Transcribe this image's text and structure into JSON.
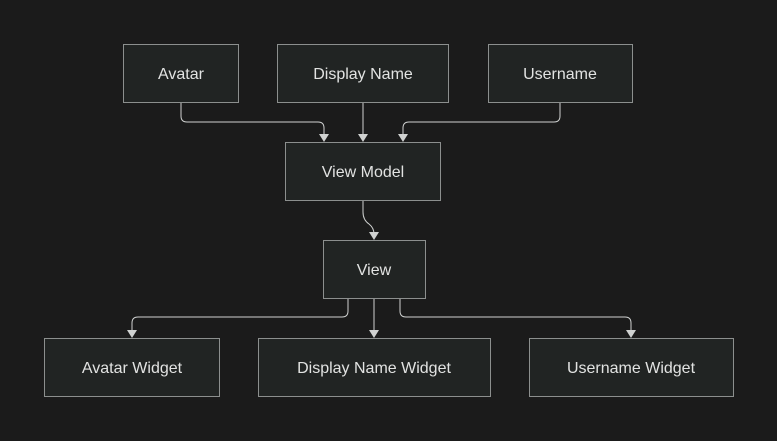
{
  "nodes": {
    "avatar": "Avatar",
    "display_name": "Display Name",
    "username": "Username",
    "view_model": "View Model",
    "view": "View",
    "avatar_widget": "Avatar Widget",
    "display_name_widget": "Display Name Widget",
    "username_widget": "Username Widget"
  },
  "edges": [
    {
      "from": "avatar",
      "to": "view_model"
    },
    {
      "from": "display_name",
      "to": "view_model"
    },
    {
      "from": "username",
      "to": "view_model"
    },
    {
      "from": "view_model",
      "to": "view"
    },
    {
      "from": "view",
      "to": "avatar_widget"
    },
    {
      "from": "view",
      "to": "display_name_widget"
    },
    {
      "from": "view",
      "to": "username_widget"
    }
  ],
  "colors": {
    "background": "#1b1b1b",
    "node_fill": "#212423",
    "node_border": "#8c8f8e",
    "text": "#e2e3e2",
    "edge": "#d0d2d1"
  }
}
